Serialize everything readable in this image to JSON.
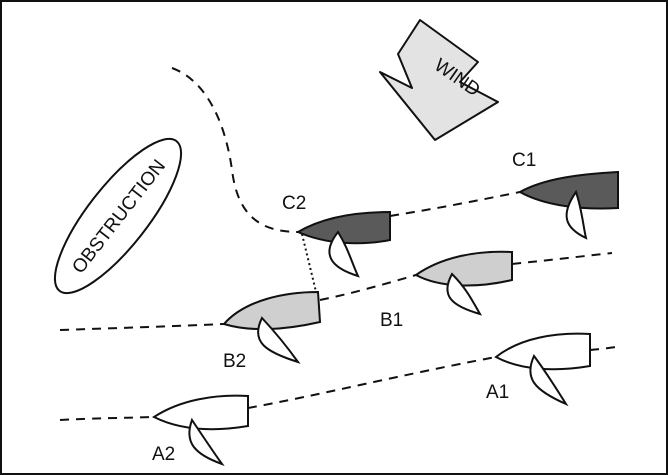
{
  "labels": {
    "wind": "WIND",
    "obstruction": "OBSTRUCTION",
    "boats": {
      "a1": "A1",
      "a2": "A2",
      "b1": "B1",
      "b2": "B2",
      "c1": "C1",
      "c2": "C2"
    }
  },
  "colors": {
    "boat_a_fill": "#ffffff",
    "boat_b_fill": "#cfcfcf",
    "boat_c_fill": "#5a5a5a",
    "wind_arrow_fill": "#e3e3e3",
    "stroke": "#111111"
  }
}
